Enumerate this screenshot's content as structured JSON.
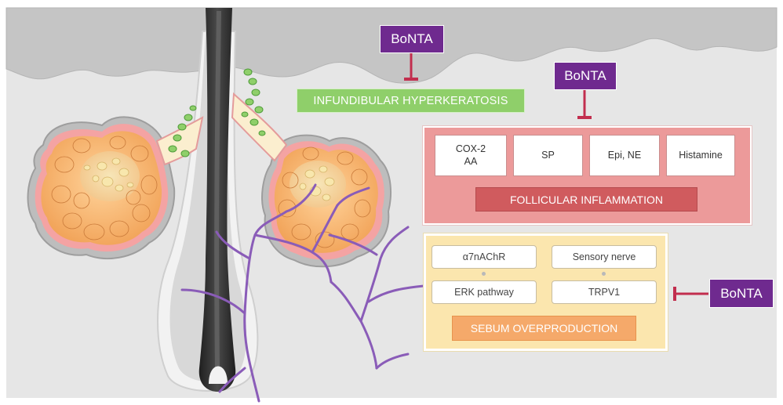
{
  "inhibitor_tags": [
    "BoNTA",
    "BoNTA",
    "BoNTA"
  ],
  "labels": {
    "hyperkeratosis": "INFUNDIBULAR HYPERKERATOSIS",
    "inflammation": "FOLLICULAR INFLAMMATION",
    "sebum": "SEBUM OVERPRODUCTION"
  },
  "inflammation_mediators": [
    "COX-2\nAA",
    "SP",
    "Epi, NE",
    "Histamine"
  ],
  "sebum_factors": {
    "left": [
      "α7nAChR",
      "ERK pathway"
    ],
    "right": [
      "Sensory nerve",
      "TRPV1"
    ]
  },
  "colors": {
    "bonta": "#6f2a8f",
    "inhibition_bar": "#c22e4e",
    "hyperkeratosis": "#8fcf6a",
    "inflammation_panel": "#ec9a9a",
    "inflammation_label": "#d05b5e",
    "sebum_panel": "#fbe6ae",
    "sebum_label": "#f5a96a",
    "nerve": "#8a5cb8",
    "hair": "#2a2a2a",
    "skin": "#e7e7e7"
  }
}
